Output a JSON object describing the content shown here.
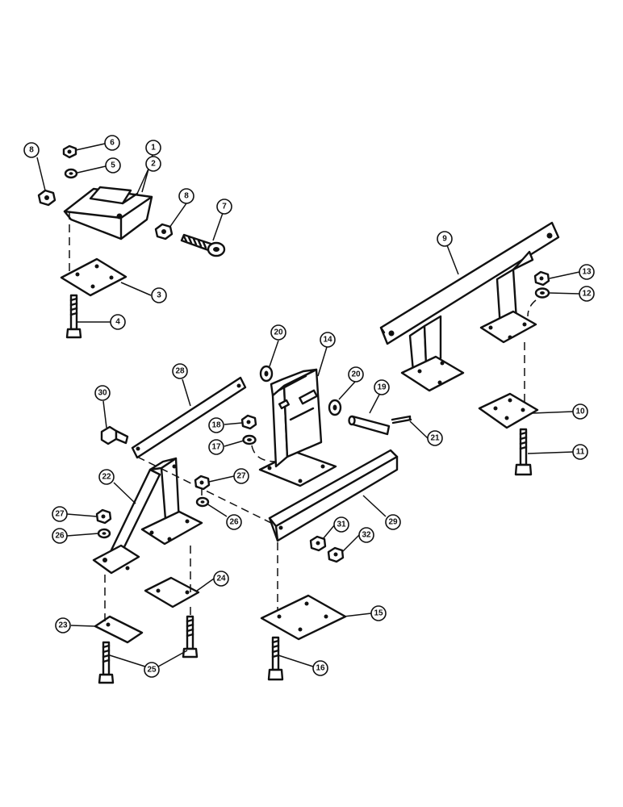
{
  "callouts": [
    {
      "id": "c1",
      "label": "1"
    },
    {
      "id": "c2",
      "label": "2"
    },
    {
      "id": "c3",
      "label": "3"
    },
    {
      "id": "c4",
      "label": "4"
    },
    {
      "id": "c5",
      "label": "5"
    },
    {
      "id": "c6",
      "label": "6"
    },
    {
      "id": "c7",
      "label": "7"
    },
    {
      "id": "c8a",
      "label": "8"
    },
    {
      "id": "c8b",
      "label": "8"
    },
    {
      "id": "c9",
      "label": "9"
    },
    {
      "id": "c10",
      "label": "10"
    },
    {
      "id": "c11",
      "label": "11"
    },
    {
      "id": "c12",
      "label": "12"
    },
    {
      "id": "c13",
      "label": "13"
    },
    {
      "id": "c14",
      "label": "14"
    },
    {
      "id": "c15",
      "label": "15"
    },
    {
      "id": "c16",
      "label": "16"
    },
    {
      "id": "c17",
      "label": "17"
    },
    {
      "id": "c18",
      "label": "18"
    },
    {
      "id": "c19",
      "label": "19"
    },
    {
      "id": "c20a",
      "label": "20"
    },
    {
      "id": "c20b",
      "label": "20"
    },
    {
      "id": "c21",
      "label": "21"
    },
    {
      "id": "c22",
      "label": "22"
    },
    {
      "id": "c23",
      "label": "23"
    },
    {
      "id": "c24",
      "label": "24"
    },
    {
      "id": "c25",
      "label": "25"
    },
    {
      "id": "c26a",
      "label": "26"
    },
    {
      "id": "c26b",
      "label": "26"
    },
    {
      "id": "c27a",
      "label": "27"
    },
    {
      "id": "c27b",
      "label": "27"
    },
    {
      "id": "c28",
      "label": "28"
    },
    {
      "id": "c29",
      "label": "29"
    },
    {
      "id": "c30",
      "label": "30"
    },
    {
      "id": "c31",
      "label": "31"
    },
    {
      "id": "c32",
      "label": "32"
    }
  ]
}
